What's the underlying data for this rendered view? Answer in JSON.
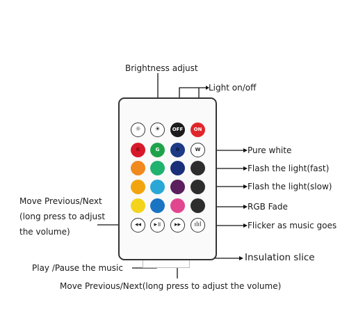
{
  "labels": {
    "brightness": "Brightness adjust",
    "light_onoff": "Light on/off",
    "pure_white": "Pure white",
    "flash_fast": "Flash the light(fast)",
    "flash_slow": "Flash the light(slow)",
    "rgb_fade": "RGB Fade",
    "flicker": "Flicker as music goes",
    "insulation": "Insulation slice",
    "move_prev_next_left": "Move Previous/Next\n(long press to adjust\nthe volume)",
    "play_pause": "Play /Pause the music",
    "move_prev_next_bottom": "Move Previous/Next(long press to adjust the volume)"
  },
  "remote": {
    "row1": [
      {
        "name": "brightness-down",
        "glyph": "☼",
        "color": "#ffffff"
      },
      {
        "name": "brightness-up",
        "glyph": "☀",
        "color": "#ffffff"
      },
      {
        "name": "off",
        "text": "OFF",
        "color": "#1c1c1c",
        "text_color": "#ffffff"
      },
      {
        "name": "on",
        "text": "ON",
        "color": "#e0262a",
        "text_color": "#ffffff"
      }
    ],
    "row2": [
      {
        "name": "red",
        "text": "R",
        "color": "#d8192b",
        "text_color": "#7a0a12"
      },
      {
        "name": "green",
        "text": "G",
        "color": "#1fa34a",
        "text_color": "#ffffff"
      },
      {
        "name": "blue",
        "text": "B",
        "color": "#1d3a86",
        "text_color": "#0c1a44"
      },
      {
        "name": "white",
        "text": "W",
        "color": "#ffffff",
        "text_color": "#222222"
      }
    ],
    "row3": [
      "#f08a1e",
      "#1fb36f",
      "#1a2f7a",
      "#2d2d2d"
    ],
    "row4": [
      "#f2a40e",
      "#29a7d6",
      "#5a1f5c",
      "#2d2d2d"
    ],
    "row5": [
      "#f3d41b",
      "#1a74c4",
      "#e2468f",
      "#2d2d2d"
    ],
    "row6": [
      {
        "name": "prev",
        "glyph": "◂◂",
        "color": "#ffffff"
      },
      {
        "name": "play-pause",
        "glyph": "▸॥",
        "color": "#ffffff"
      },
      {
        "name": "next",
        "glyph": "▸▸",
        "color": "#ffffff"
      },
      {
        "name": "music",
        "glyph": "ılıl",
        "color": "#ffffff"
      }
    ]
  }
}
